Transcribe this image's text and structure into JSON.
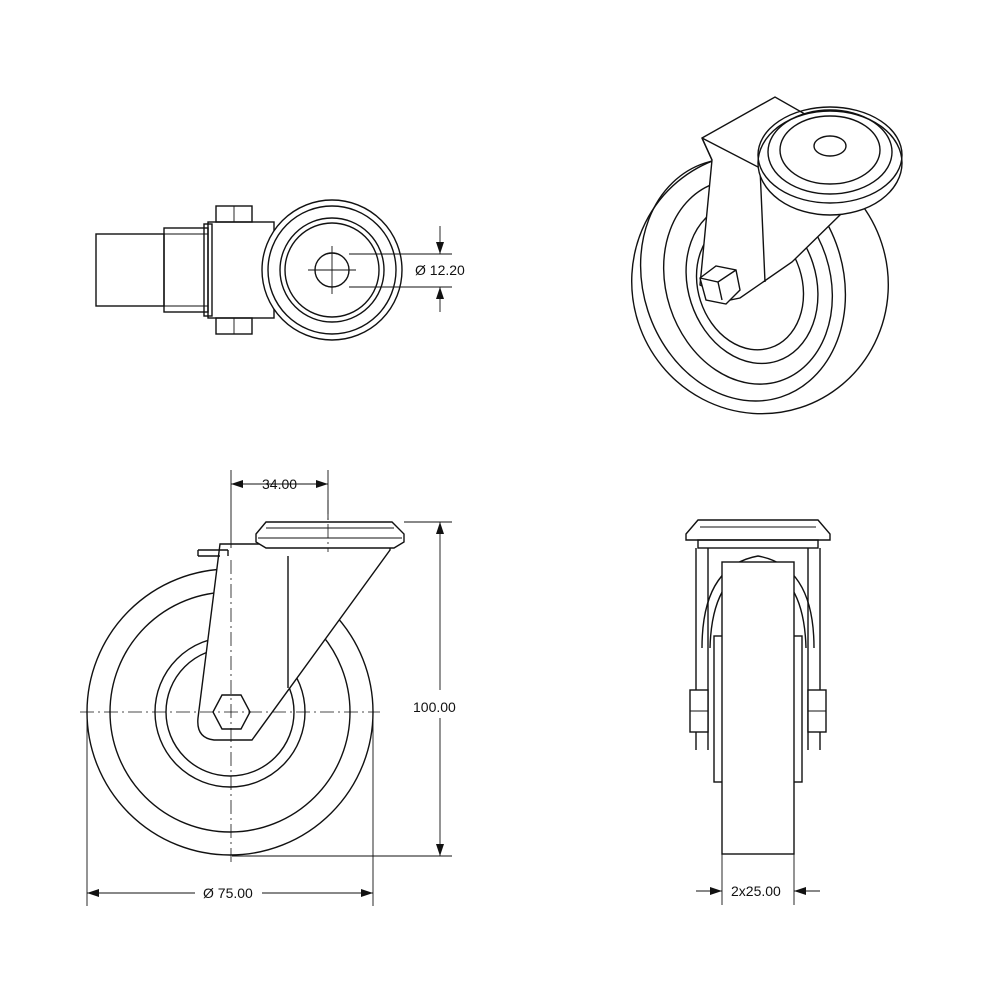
{
  "dimensions": {
    "bore_diameter": "Ø 12.20",
    "offset": "34.00",
    "overall_height": "100.00",
    "wheel_diameter": "Ø 75.00",
    "wheel_width": "2x25.00"
  }
}
